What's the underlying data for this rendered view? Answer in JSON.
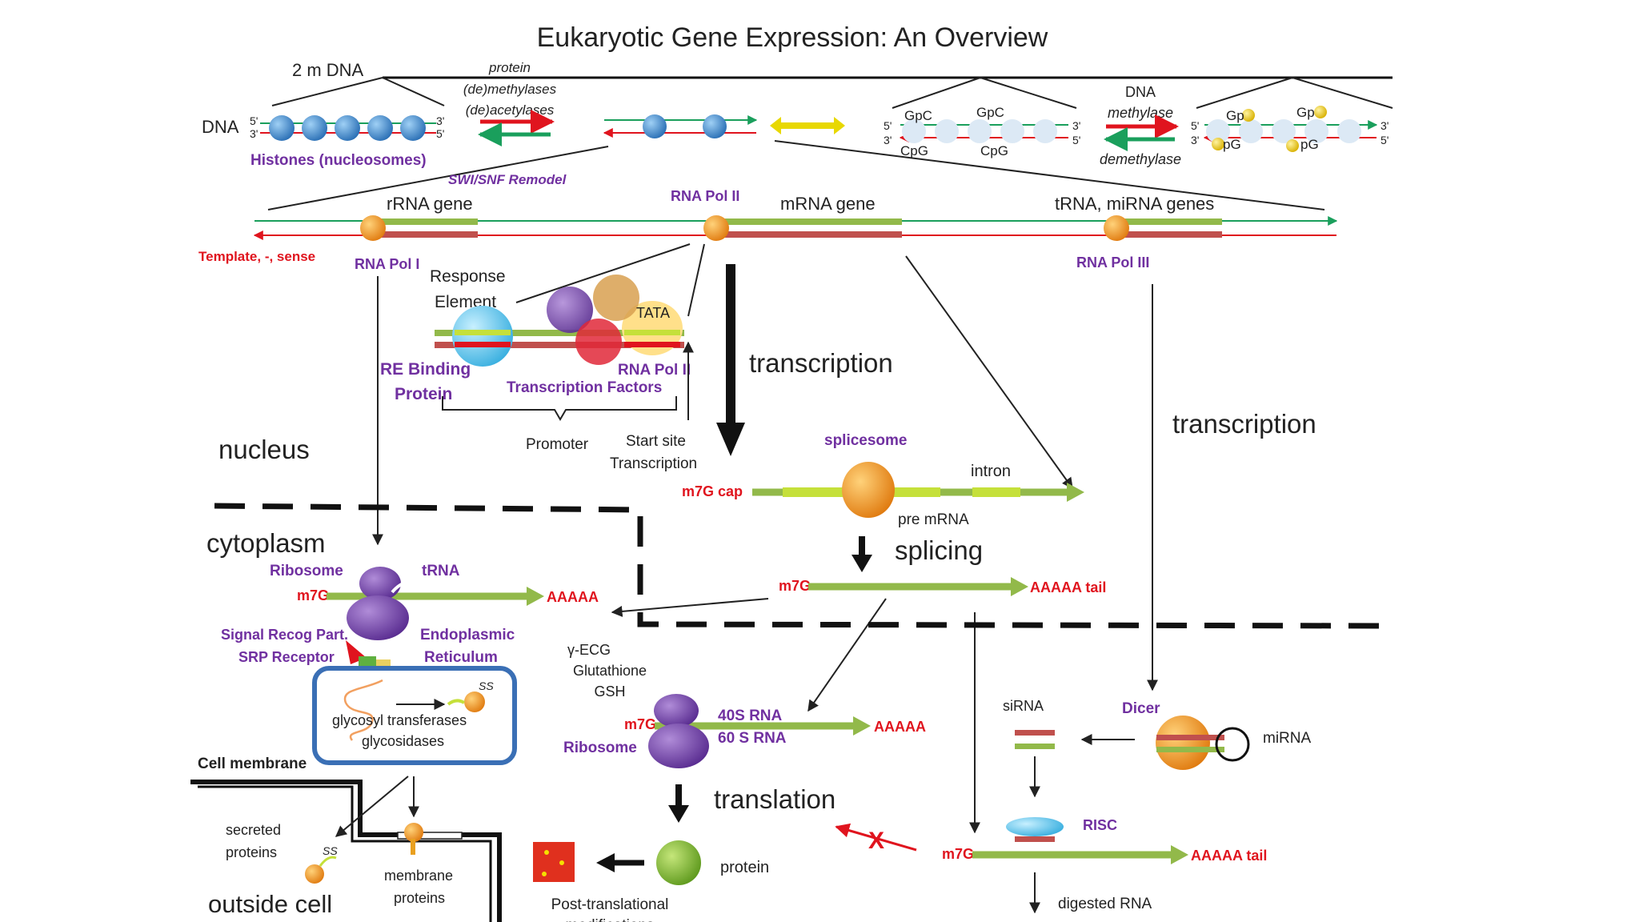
{
  "title": "Eukaryotic Gene Expression: An Overview",
  "colors": {
    "histone": "#4a90d0",
    "strand_red": "#e0141e",
    "strand_green": "#1a9f5c",
    "gene_green": "#92b94a",
    "gene_red": "#c0504d",
    "pol": "#f29418",
    "label_red": "#e0141e",
    "label_purple": "#7030a0",
    "er_blue": "#3a6fb5",
    "protein_green": "#8cc63f",
    "ptm_red": "#e0301e"
  },
  "chromatin": {
    "dna_length_label": "2 m DNA",
    "dna_label": "DNA",
    "five_prime": "5'",
    "three_prime": "3'",
    "histones_label": "Histones (nucleosomes)",
    "enzyme_protein": "protein",
    "enzyme_methylases": "(de)methylases",
    "enzyme_acetylases": "(de)acetylases",
    "remodel_label": "SWI/SNF Remodel",
    "gpc": "GpC",
    "cpg": "CpG",
    "gp": "Gp",
    "pg": "pG",
    "dna_word": "DNA",
    "methylase": "methylase",
    "demethylase": "demethylase"
  },
  "genes": {
    "rrna_gene": "rRNA gene",
    "mrna_gene": "mRNA gene",
    "trna_mirna_genes": "tRNA, miRNA genes",
    "template_sense": "Template, -, sense",
    "pol_i": "RNA Pol I",
    "pol_ii": "RNA Pol II",
    "pol_iii": "RNA Pol III"
  },
  "promoter": {
    "response": "Response",
    "element": "Element",
    "tata": "TATA",
    "re_binding": "RE Binding",
    "protein": "Protein",
    "transcription_factors": "Transcription Factors",
    "pol_ii_label": "RNA Pol II",
    "promoter_label": "Promoter",
    "start_site": "Start site",
    "transcription": "Transcription"
  },
  "processing": {
    "transcription_1": "transcription",
    "transcription_2": "transcription",
    "splicesome": "splicesome",
    "intron": "intron",
    "m7g_cap": "m7G cap",
    "pre_mrna": "pre mRNA",
    "splicing": "splicing",
    "m7g": "m7G",
    "aaaaa_tail": "AAAAA tail"
  },
  "regions": {
    "nucleus": "nucleus",
    "cytoplasm": "cytoplasm",
    "cell_membrane": "Cell membrane",
    "outside_cell": "outside cell"
  },
  "er": {
    "ribosome": "Ribosome",
    "trna": "tRNA",
    "m7g": "m7G",
    "aaaaa": "AAAAA",
    "signal_recog": "Signal Recog Part.",
    "srp_receptor": "SRP Receptor",
    "endoplasmic": "Endoplasmic",
    "reticulum": "Reticulum",
    "ss": "SS",
    "glycosyl": "glycosyl transferases",
    "glycosidases": "glycosidases",
    "secreted": "secreted",
    "proteins": "proteins",
    "membrane": "membrane",
    "membrane_proteins": "proteins"
  },
  "translation": {
    "gamma_ecg": "γ-ECG",
    "glutathione": "Glutathione",
    "gsh": "GSH",
    "m7g": "m7G",
    "rna_40s": "40S RNA",
    "rna_60s": "60 S RNA",
    "aaaaa": "AAAAA",
    "ribosome": "Ribosome",
    "translation": "translation",
    "protein": "protein",
    "ptm_1": "Post-translational",
    "ptm_2": "modifications",
    "x_mark": "X"
  },
  "rnai": {
    "sirna": "siRNA",
    "dicer": "Dicer",
    "mirna": "miRNA",
    "risc": "RISC",
    "m7g": "m7G",
    "aaaaa_tail": "AAAAA tail",
    "digested": "digested RNA"
  }
}
